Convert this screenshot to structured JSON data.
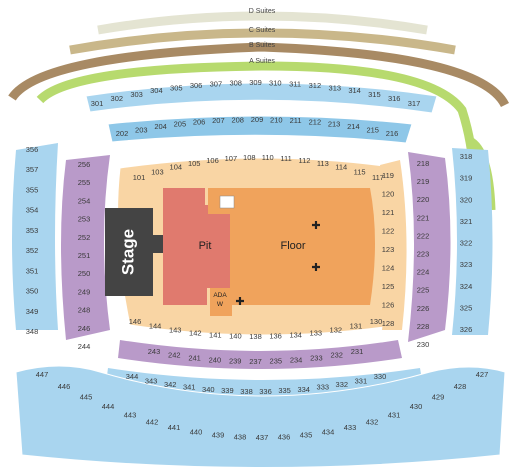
{
  "suites": {
    "d": "D Suites",
    "c": "C Suites",
    "b": "B Suites",
    "a": "A Suites"
  },
  "areas": {
    "stage": "Stage",
    "pit": "Pit",
    "floor": "Floor",
    "ada_line1": "ADA",
    "ada_line2": "W"
  },
  "colors": {
    "suite_d": "#e4e4d2",
    "suite_c": "#c9b78a",
    "suite_b": "#a88a64",
    "suite_a": "#b7da6e",
    "upper_blue": "#a9d5ef",
    "club_blue": "#8ec7e8",
    "lower_orange": "#f9d5a4",
    "side_purple": "#b99ac9",
    "pit": "#e07a6e",
    "floor": "#f0a35c",
    "stage": "#444444",
    "ada_icon": "#2b57c7"
  },
  "sections": {
    "upper_top": [
      "301",
      "302",
      "303",
      "304",
      "305",
      "306",
      "307",
      "308",
      "309",
      "310",
      "311",
      "312",
      "313",
      "314",
      "315",
      "316",
      "317"
    ],
    "club_top": [
      "202",
      "203",
      "204",
      "205",
      "206",
      "207",
      "208",
      "209",
      "210",
      "211",
      "212",
      "213",
      "214",
      "215",
      "216"
    ],
    "lower_top": [
      "101",
      "103",
      "104",
      "105",
      "106",
      "107",
      "108",
      "110",
      "111",
      "112",
      "113",
      "114",
      "115",
      "117"
    ],
    "left_upper": [
      "356",
      "357",
      "355",
      "354",
      "353",
      "352",
      "351",
      "350",
      "349",
      "348"
    ],
    "left_club": [
      "256",
      "255",
      "254",
      "253",
      "252",
      "251",
      "250",
      "249",
      "248",
      "246",
      "244"
    ],
    "right_lower": [
      "119",
      "120",
      "121",
      "122",
      "123",
      "124",
      "125",
      "126",
      "128"
    ],
    "right_club": [
      "218",
      "219",
      "220",
      "221",
      "222",
      "223",
      "224",
      "225",
      "226",
      "228",
      "230"
    ],
    "right_upper": [
      "318",
      "319",
      "320",
      "321",
      "322",
      "323",
      "324",
      "325",
      "326"
    ],
    "lower_bottom": [
      "146",
      "144",
      "143",
      "142",
      "141",
      "140",
      "138",
      "136",
      "134",
      "133",
      "132",
      "131",
      "130"
    ],
    "club_bottom": [
      "243",
      "242",
      "241",
      "240",
      "239",
      "237",
      "235",
      "234",
      "233",
      "232",
      "231"
    ],
    "upper_bottom": [
      "344",
      "343",
      "342",
      "341",
      "340",
      "339",
      "338",
      "336",
      "335",
      "334",
      "333",
      "332",
      "331",
      "330"
    ],
    "upper_bottom_outer": [
      "447",
      "446",
      "445",
      "444",
      "443",
      "442",
      "441",
      "440",
      "439",
      "438",
      "437",
      "436",
      "435",
      "434",
      "433",
      "432",
      "431",
      "430",
      "429",
      "428",
      "427"
    ]
  }
}
